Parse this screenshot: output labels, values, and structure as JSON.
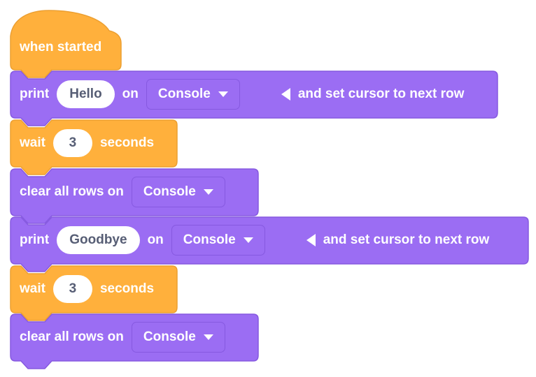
{
  "palette": {
    "orange": "#FFB03C",
    "orange_border": "#EC9F31",
    "purple": "#9B6DF3",
    "purple_border": "#8659E0",
    "input_text_color": "#575E75",
    "label_text_color": "#FFFFFF"
  },
  "blocks": {
    "hat": {
      "label": "when started"
    },
    "print_hello": {
      "print": "print",
      "value": "Hello",
      "on": "on",
      "console": "Console",
      "suffix": "and set cursor to next row"
    },
    "wait_1": {
      "wait": "wait",
      "value": "3",
      "seconds": "seconds"
    },
    "clear_1": {
      "label": "clear all rows on",
      "console": "Console"
    },
    "print_goodbye": {
      "print": "print",
      "value": "Goodbye",
      "on": "on",
      "console": "Console",
      "suffix": "and set cursor to next row"
    },
    "wait_2": {
      "wait": "wait",
      "value": "3",
      "seconds": "seconds"
    },
    "clear_2": {
      "label": "clear all rows on",
      "console": "Console"
    }
  }
}
